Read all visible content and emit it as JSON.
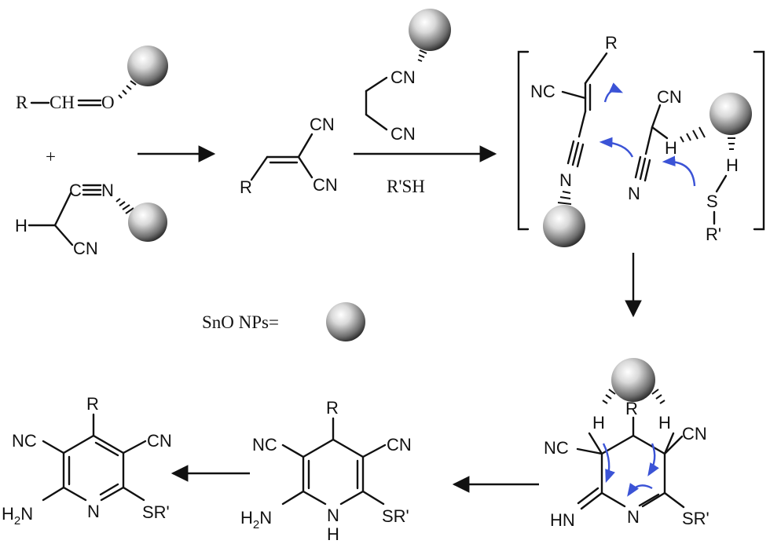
{
  "reagents": {
    "R": "R",
    "aldehyde_ch": "CH",
    "aldehyde_o": "O",
    "plus": "+",
    "H": "H",
    "C": "C",
    "N": "N",
    "CN": "CN"
  },
  "alkene": {
    "R": "R",
    "CN_top": "CN",
    "CN_bottom": "CN"
  },
  "reaction": {
    "reagent": "R'SH"
  },
  "intermediate": {
    "R": "R",
    "NC": "NC",
    "CN": "CN",
    "N1": "N",
    "N2": "N",
    "H": "H",
    "S_H": "H",
    "S": "S",
    "R_prime": "R'"
  },
  "legend": {
    "label": "SnO NPs="
  },
  "cyclized": {
    "R": "R",
    "H_left": "H",
    "H_right": "H",
    "NC": "NC",
    "CN": "CN",
    "HN": "HN",
    "N": "N",
    "SR": "SR'"
  },
  "dihydropyridine": {
    "R": "R",
    "NC": "NC",
    "CN": "CN",
    "H2N_H": "H",
    "H2N_2": "2",
    "H2N_N": "N",
    "NH_N": "N",
    "NH_H": "H",
    "SR": "SR'"
  },
  "pyridine": {
    "R": "R",
    "NC": "NC",
    "CN": "CN",
    "H2N_H": "H",
    "H2N_2": "2",
    "H2N_N": "N",
    "N": "N",
    "SR": "SR'"
  }
}
